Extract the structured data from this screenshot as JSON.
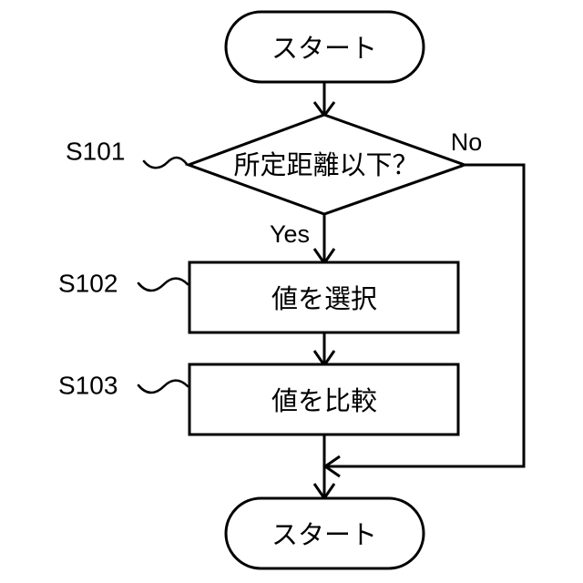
{
  "diagram": {
    "type": "flowchart",
    "orientation": "vertical",
    "background_color": "#ffffff",
    "line_color": "#000000",
    "nodes": {
      "start_terminal": {
        "label": "スタート",
        "shape": "stadium"
      },
      "decision": {
        "label": "所定距離以下？",
        "shape": "diamond"
      },
      "process_select": {
        "label": "値を選択",
        "shape": "rectangle"
      },
      "process_compare": {
        "label": "値を比較",
        "shape": "rectangle"
      },
      "end_terminal": {
        "label": "スタート",
        "shape": "stadium"
      }
    },
    "branch_labels": {
      "yes": "Yes",
      "no": "No"
    },
    "step_labels": {
      "s101": "S101",
      "s102": "S102",
      "s103": "S103"
    }
  }
}
